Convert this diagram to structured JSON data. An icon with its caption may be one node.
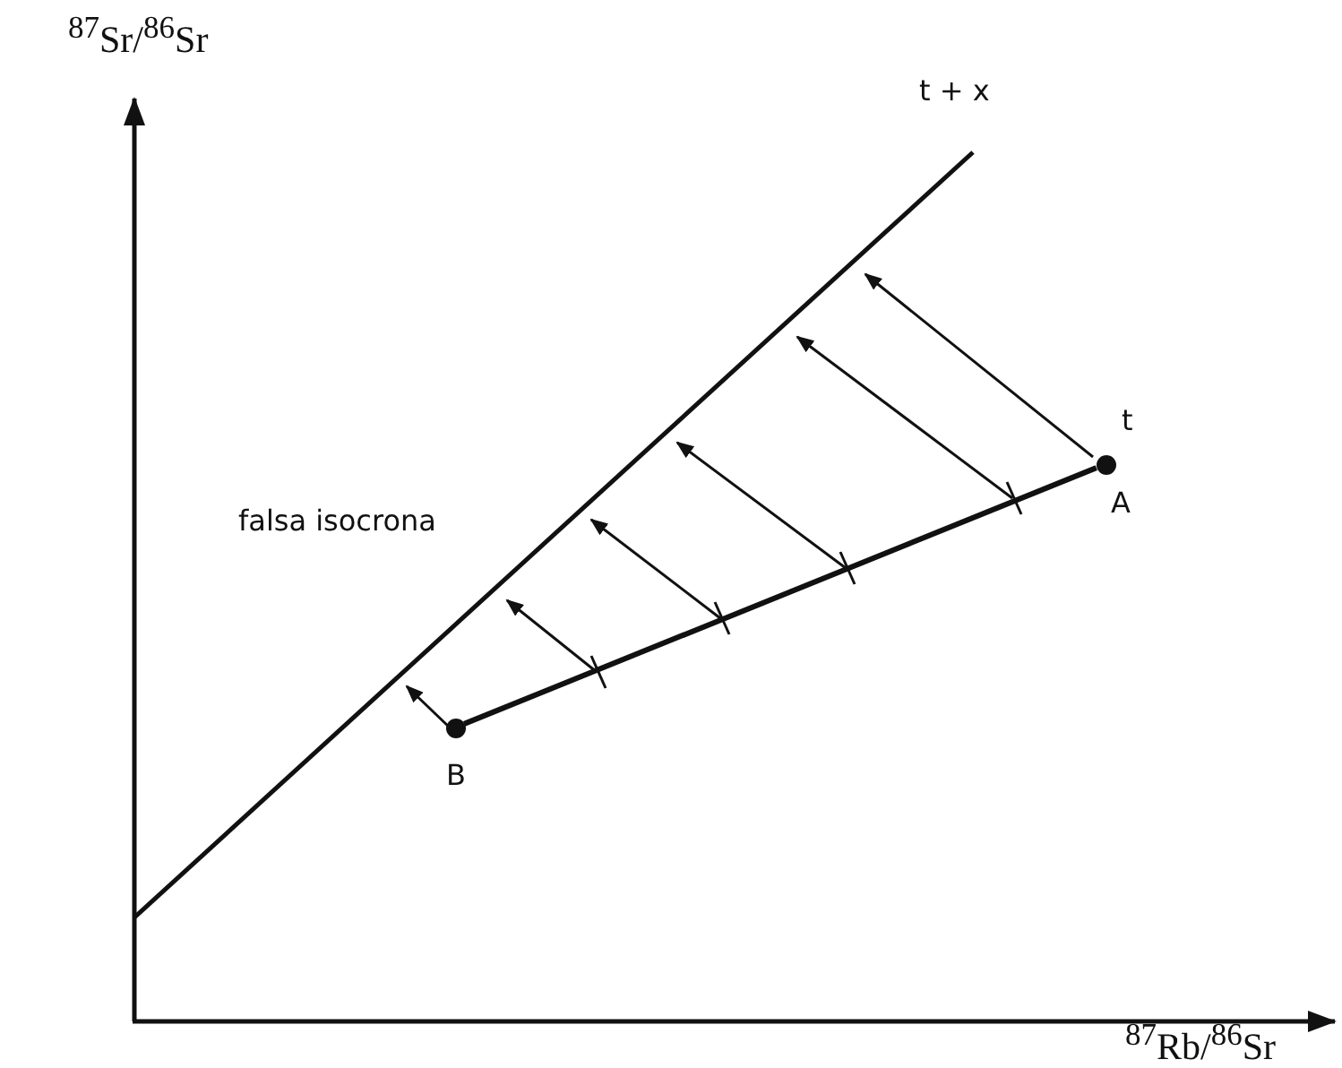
{
  "diagram": {
    "nodes": [
      {
        "text": [
          "A"
        ],
        "beside": [
          "t"
        ]
      },
      {
        "text": [
          "B"
        ]
      }
    ],
    "edges": [
      {
        "from": 0,
        "to": 1,
        "arrow": "none"
      }
    ],
    "labels": [
      "$^{87}$Sr/$^{86}$Sr",
      "t + x",
      "falsa isocrona",
      "$^{87}$Rb/$^{86}$Sr"
    ]
  }
}
